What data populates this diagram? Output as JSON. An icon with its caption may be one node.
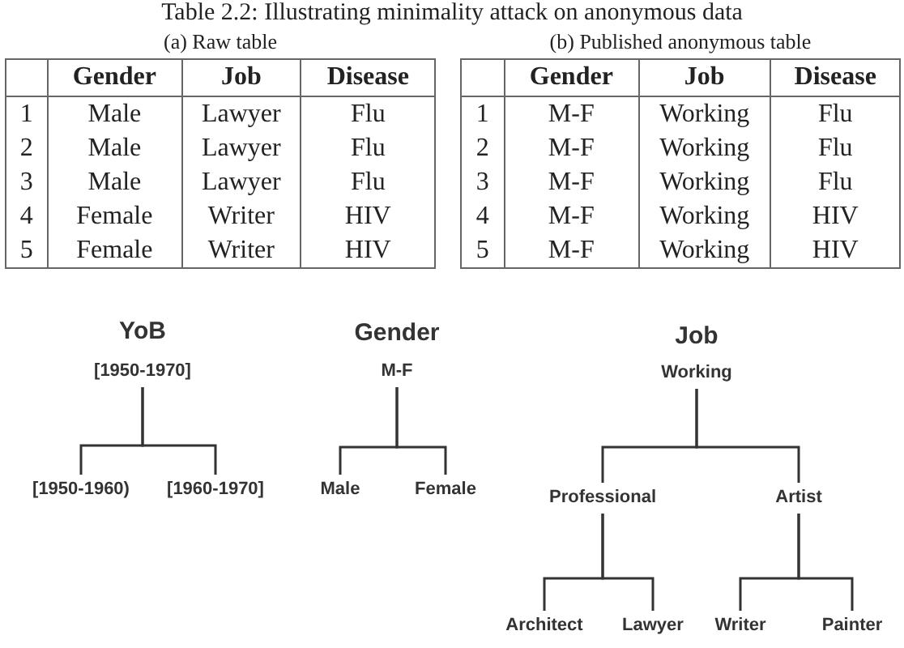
{
  "diagram": {
    "title": "Table 2.2: Illustrating minimality attack on anonymous data",
    "nodes": [
      {
        "text": [
          "[1950-1970]"
        ]
      },
      {
        "text": [
          "[1950-1960)"
        ]
      },
      {
        "text": [
          "[1960-1970]"
        ]
      },
      {
        "text": [
          "M-F"
        ]
      },
      {
        "text": [
          "Male"
        ]
      },
      {
        "text": [
          "Female"
        ]
      },
      {
        "text": [
          "Working"
        ]
      },
      {
        "text": [
          "Professional"
        ]
      },
      {
        "text": [
          "Artist"
        ]
      },
      {
        "text": [
          "Architect"
        ]
      },
      {
        "text": [
          "Lawyer"
        ]
      },
      {
        "text": [
          "Writer"
        ]
      },
      {
        "text": [
          "Painter"
        ]
      }
    ],
    "edges": [
      {
        "from": 0,
        "to": 1,
        "arrow": "none"
      },
      {
        "from": 0,
        "to": 2,
        "arrow": "none"
      },
      {
        "from": 3,
        "to": 4,
        "arrow": "none"
      },
      {
        "from": 3,
        "to": 5,
        "arrow": "none"
      },
      {
        "from": 6,
        "to": 7,
        "arrow": "none"
      },
      {
        "from": 6,
        "to": 8,
        "arrow": "none"
      },
      {
        "from": 7,
        "to": 9,
        "arrow": "none"
      },
      {
        "from": 7,
        "to": 10,
        "arrow": "none"
      },
      {
        "from": 8,
        "to": 11,
        "arrow": "none"
      },
      {
        "from": 8,
        "to": 12,
        "arrow": "none"
      }
    ],
    "labels": [
      "(a) Raw table",
      "Gender",
      "Job",
      "Disease",
      "1",
      "Male",
      "Lawyer",
      "Flu",
      "2",
      "Male",
      "Lawyer",
      "Flu",
      "3",
      "Male",
      "Lawyer",
      "Flu",
      "4",
      "Female",
      "Writer",
      "HIV",
      "5",
      "Female",
      "Writer",
      "HIV",
      "(b) Published anonymous table",
      "Gender",
      "Job",
      "Disease",
      "1",
      "M-F",
      "Working",
      "Flu",
      "2",
      "M-F",
      "Working",
      "Flu",
      "3",
      "M-F",
      "Working",
      "Flu",
      "4",
      "M-F",
      "Working",
      "HIV",
      "5",
      "M-F",
      "Working",
      "HIV",
      "YoB",
      "Gender",
      "Job"
    ]
  }
}
